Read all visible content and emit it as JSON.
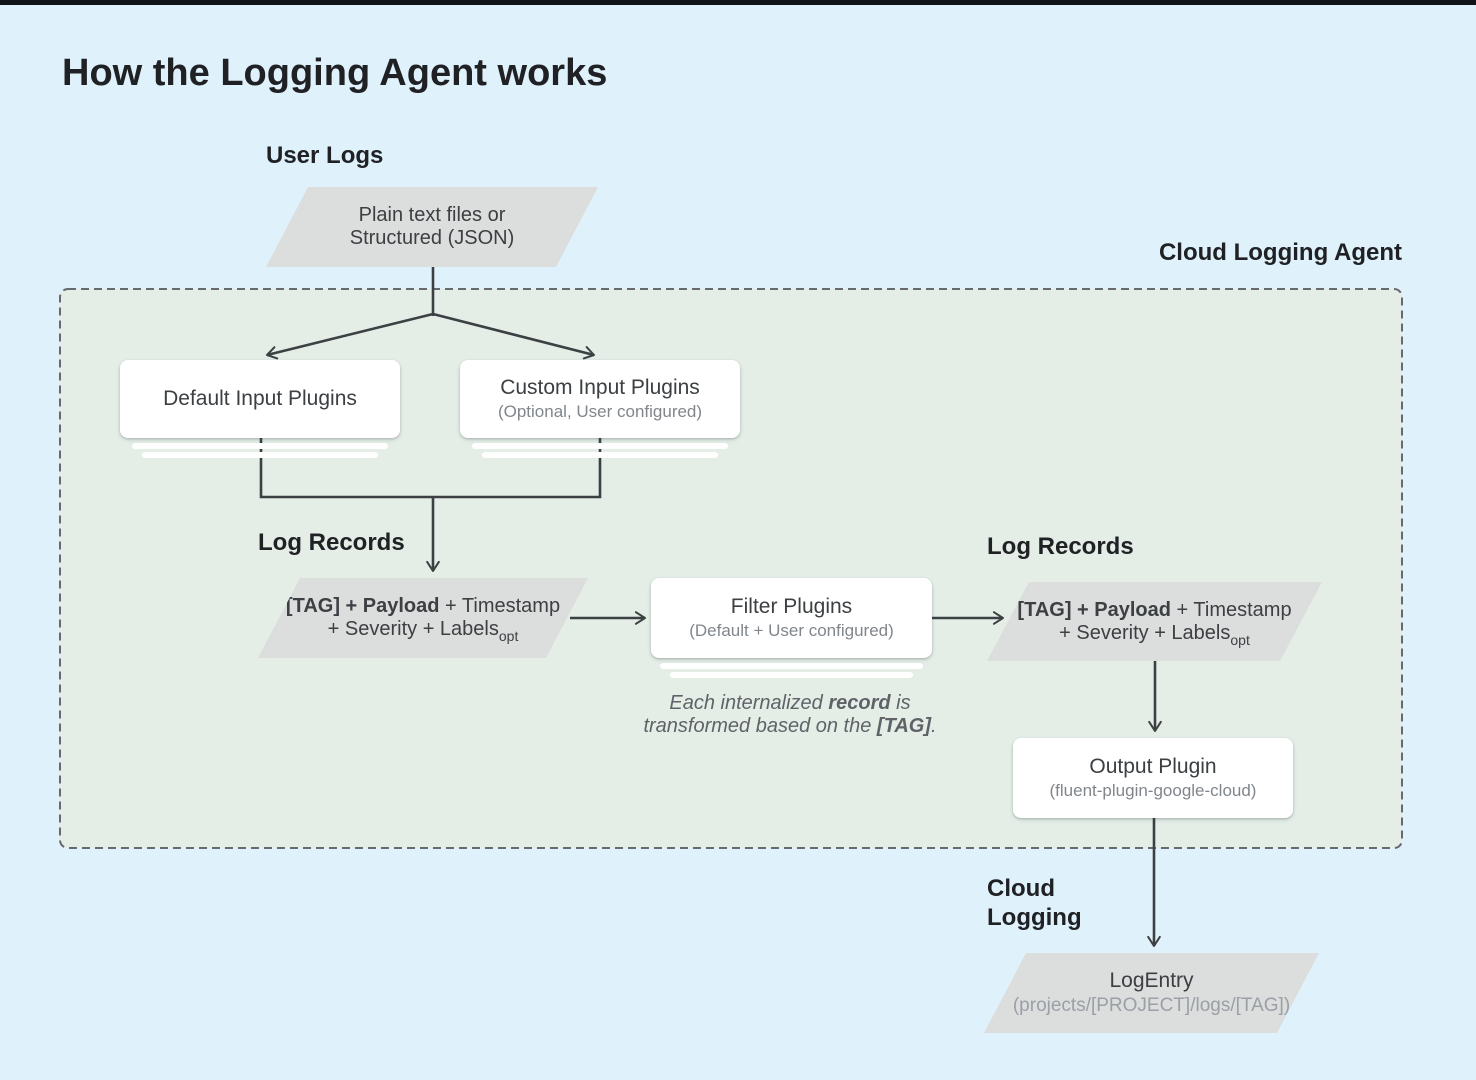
{
  "colors": {
    "bg": "#dff2fc",
    "top_bar": "#101418",
    "panel": "#e4eee7",
    "panel_border": "#66696d",
    "shape": "#dcdddd",
    "card": "#ffffff",
    "ink": "#202124",
    "text": "#3c4043",
    "muted": "#80868b",
    "muted2": "#9aa0a6",
    "caption": "#5f6368",
    "arrow": "#3c4043"
  },
  "title": "How the Logging Agent works",
  "labels": {
    "user_logs": "User Logs",
    "agent": "Cloud Logging Agent",
    "log_records_left": "Log Records",
    "log_records_right": "Log Records",
    "cloud_logging": "Cloud Logging"
  },
  "nodes": {
    "user_input": {
      "line1": "Plain text files or",
      "line2": "Structured (JSON)"
    },
    "default_input": {
      "title": "Default Input Plugins"
    },
    "custom_input": {
      "title": "Custom Input Plugins",
      "subtitle": "(Optional, User configured)"
    },
    "log_record_left": {
      "bold": "[TAG] + Payload",
      "rest": " + Timestamp",
      "line2": "+ Severity + Labels",
      "subscript": "opt"
    },
    "filter": {
      "title": "Filter Plugins",
      "subtitle": "(Default + User configured)"
    },
    "log_record_right": {
      "bold": "[TAG] + Payload",
      "rest": " + Timestamp",
      "line2": "+ Severity + Labels",
      "subscript": "opt"
    },
    "output": {
      "title": "Output Plugin",
      "subtitle": "(fluent-plugin-google-cloud)"
    },
    "log_entry": {
      "title": "LogEntry",
      "subtitle": "(projects/[PROJECT]/logs/[TAG])"
    }
  },
  "caption": {
    "line1_pre": "Each internalized ",
    "line1_bold": "record",
    "line1_post": " is",
    "line2_pre": "transformed based on the ",
    "line2_bold": "[TAG]",
    "line2_post": "."
  }
}
